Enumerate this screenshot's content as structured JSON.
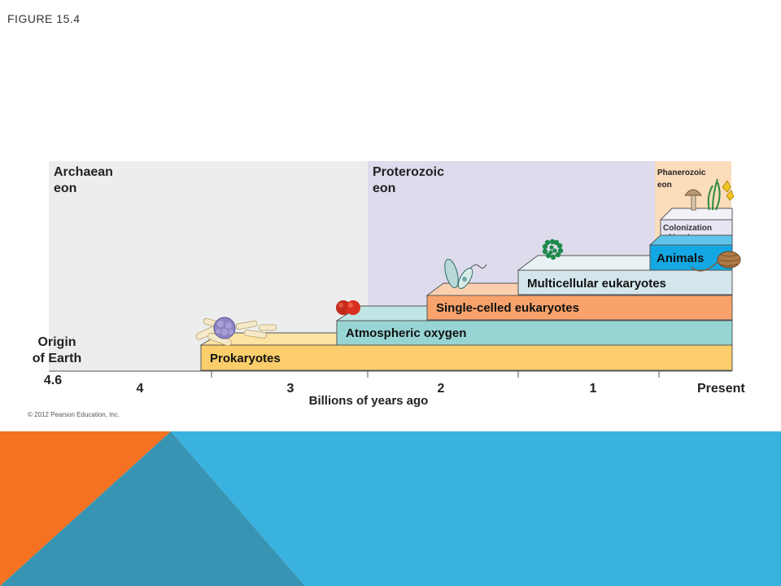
{
  "slide": {
    "figure_label": "FIGURE 15.4",
    "copyright": "© 2012 Pearson Education, Inc."
  },
  "colors": {
    "archaean_bg": "#eceeee",
    "proterozoic_bg": "#dddbec",
    "phanerozoic_bg": "#fbdcbb",
    "prokaryotes": "#fbce6b",
    "atmospheric_oxygen": "#97d5d3",
    "single_celled": "#f7a36b",
    "multicellular": "#d4e6ec",
    "animals": "#13a8e4",
    "colonization": "#e6e5f2",
    "footer_orange": "#f47221",
    "footer_teal": "#3894b3",
    "footer_blue": "#3ab2e0"
  },
  "eons": {
    "archaean": "Archaean\neon",
    "proterozoic": "Proterozoic\neon",
    "phanerozoic": "Phanerozoic\neon"
  },
  "events": {
    "prokaryotes": "Prokaryotes",
    "atmospheric_oxygen": "Atmospheric oxygen",
    "single_celled": "Single-celled eukaryotes",
    "multicellular": "Multicellular eukaryotes",
    "animals": "Animals",
    "colonization": "Colonization\nof land"
  },
  "origin": {
    "label": "Origin\nof Earth",
    "value": "4.6"
  },
  "axis": {
    "ticks": [
      "4",
      "3",
      "2",
      "1",
      "Present"
    ],
    "title": "Billions of years ago"
  },
  "icons": {
    "prokaryote_cells": "bacteria-cluster-icon",
    "oxygen": "oxygen-molecule-icon",
    "single_cell": "protist-icon",
    "multicellular": "spiral-algae-icon",
    "animal": "trilobite-icon",
    "land": "mushroom-plant-icon"
  }
}
